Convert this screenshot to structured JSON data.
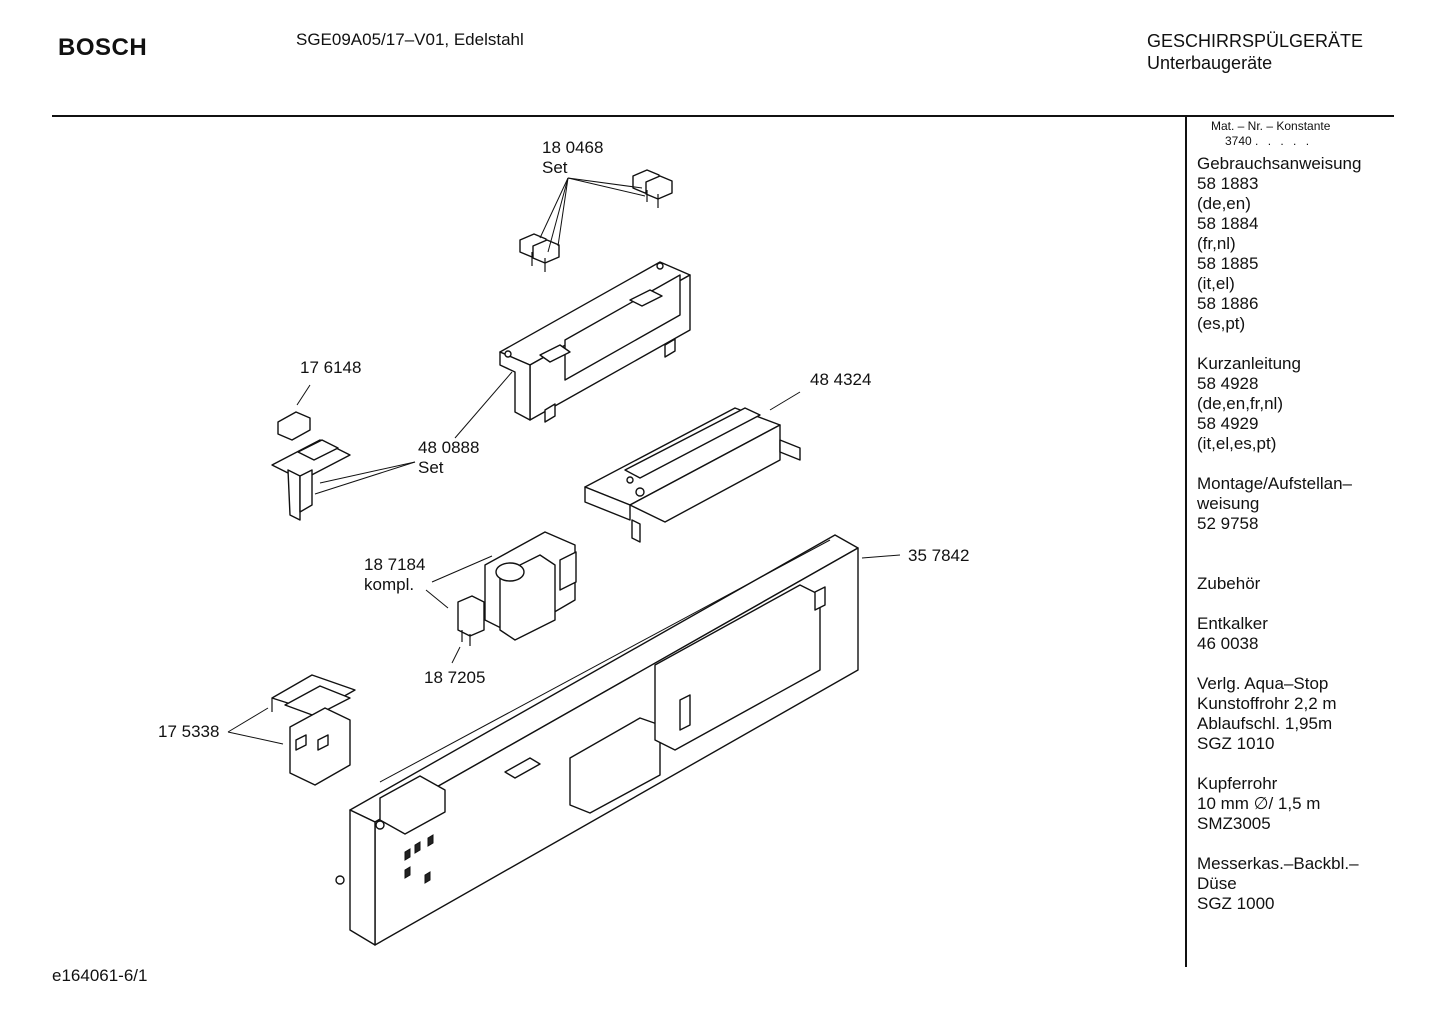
{
  "header": {
    "brand": "BOSCH",
    "model": "SGE09A05/17–V01, Edelstahl",
    "category_line1": "GESCHIRRSPÜLGERÄTE",
    "category_line2": "Unterbaugeräte"
  },
  "sidebar": {
    "mat_label": "Mat. – Nr. – Konstante",
    "mat_value": "3740",
    "mat_dots": ". . . . .",
    "sections": [
      {
        "lines": [
          "Gebrauchsanweisung",
          "58 1883",
          "(de,en)",
          "58 1884",
          "(fr,nl)",
          "58 1885",
          "(it,el)",
          "58 1886",
          "(es,pt)"
        ]
      },
      {
        "lines": [
          "Kurzanleitung",
          "58 4928",
          "(de,en,fr,nl)",
          "58 4929",
          "(it,el,es,pt)"
        ]
      },
      {
        "lines": [
          "Montage/Aufstellan–",
          "weisung",
          "52 9758"
        ]
      },
      {
        "lines": [
          "Zubehör"
        ]
      },
      {
        "lines": [
          "Entkalker",
          "46 0038"
        ]
      },
      {
        "lines": [
          "Verlg. Aqua–Stop",
          "Kunstoffrohr 2,2 m",
          "Ablaufschl. 1,95m",
          "SGZ 1010"
        ]
      },
      {
        "lines": [
          "Kupferrohr",
          "10 mm ∅/ 1,5 m",
          "SMZ3005"
        ]
      },
      {
        "lines": [
          "Messerkas.–Backbl.–",
          "Düse",
          "SGZ 1000"
        ]
      }
    ]
  },
  "callouts": {
    "p180468": {
      "number": "18 0468",
      "suffix": "Set"
    },
    "p176148": {
      "number": "17 6148"
    },
    "p484324": {
      "number": "48 4324"
    },
    "p480888": {
      "number": "48 0888",
      "suffix": "Set"
    },
    "p187184": {
      "number": "18 7184",
      "suffix": "kompl."
    },
    "p357842": {
      "number": "35 7842"
    },
    "p187205": {
      "number": "18 7205"
    },
    "p175338": {
      "number": "17 5338"
    }
  },
  "footer": {
    "doc_id": "e164061-6/1"
  }
}
